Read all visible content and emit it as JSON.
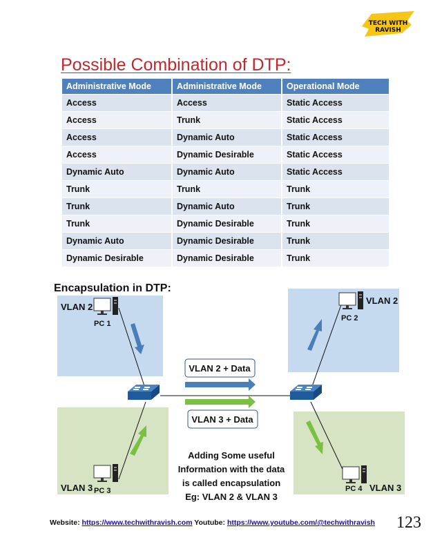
{
  "logo": {
    "text": "TECH WITH RAVISH",
    "color": "#f5c518"
  },
  "title": "Possible Combination of DTP:",
  "table": {
    "headers": [
      "Administrative Mode",
      "Administrative Mode",
      "Operational Mode"
    ],
    "rows": [
      [
        "Access",
        "Access",
        "Static Access"
      ],
      [
        "Access",
        "Trunk",
        "Static Access"
      ],
      [
        "Access",
        "Dynamic Auto",
        "Static Access"
      ],
      [
        "Access",
        "Dynamic Desirable",
        "Static Access"
      ],
      [
        "Dynamic Auto",
        "Dynamic Auto",
        "Static Access"
      ],
      [
        "Trunk",
        "Trunk",
        "Trunk"
      ],
      [
        "Trunk",
        "Dynamic Auto",
        "Trunk"
      ],
      [
        "Trunk",
        "Dynamic Desirable",
        "Trunk"
      ],
      [
        "Dynamic Auto",
        "Dynamic Desirable",
        "Trunk"
      ],
      [
        "Dynamic Desirable",
        "Dynamic Desirable",
        "Trunk"
      ]
    ]
  },
  "diagram": {
    "heading": "Encapsulation in DTP:",
    "vlan2_left": "VLAN 2",
    "vlan2_right": "VLAN 2",
    "vlan3_left": "VLAN 3",
    "vlan3_right": "VLAN 3",
    "pc1": "PC 1",
    "pc2": "PC 2",
    "pc3": "PC 3",
    "pc4": "PC 4",
    "label_vlan2_data": "VLAN 2 + Data",
    "label_vlan3_data": "VLAN 3 + Data",
    "note": [
      "Adding Some useful",
      "Information with the data",
      "is called encapsulation",
      "Eg: VLAN 2 & VLAN 3"
    ],
    "colors": {
      "blue_zone": "#c5d9ef",
      "green_zone": "#d7e4c4",
      "blue_arrow": "#4a7ebb",
      "green_arrow": "#7ac143"
    }
  },
  "footer": {
    "website_label": "Website:",
    "website_url": "https://www.techwithravish.com",
    "youtube_label": "Youtube:",
    "youtube_url": "https://www.youtube.com/@techwithravish",
    "page_number": "123"
  }
}
